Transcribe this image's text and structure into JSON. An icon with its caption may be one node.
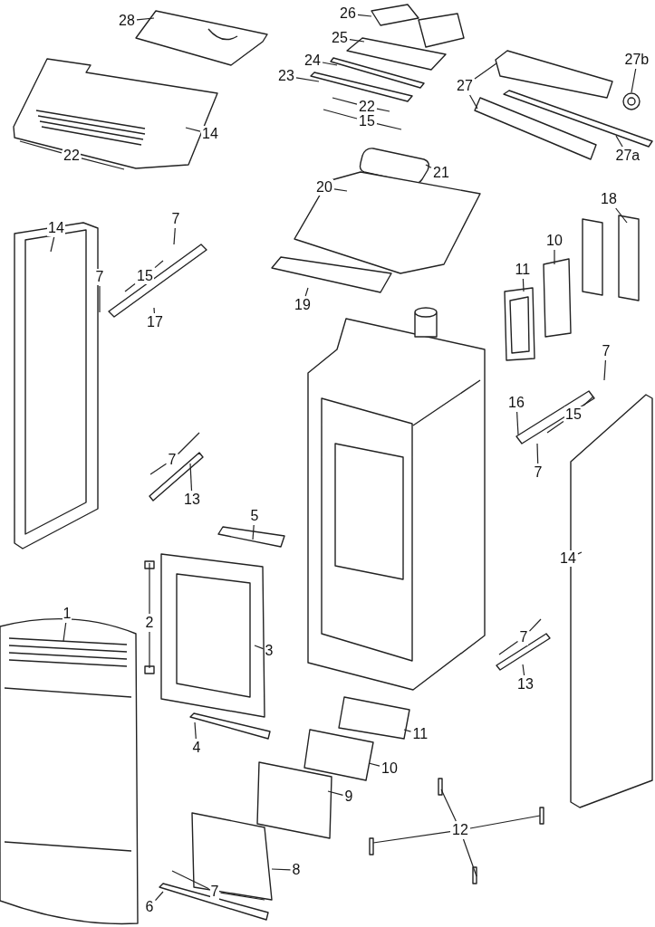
{
  "diagram": {
    "nodes": [
      {
        "text": [
          "28"
        ]
      },
      {
        "text": [
          "26"
        ]
      },
      {
        "text": [
          "25"
        ]
      },
      {
        "text": [
          "24"
        ]
      },
      {
        "text": [
          "23"
        ]
      },
      {
        "text": [
          "27"
        ]
      },
      {
        "text": [
          "27b"
        ]
      },
      {
        "text": [
          "22"
        ]
      },
      {
        "text": [
          "15"
        ]
      },
      {
        "text": [
          "14"
        ]
      },
      {
        "text": [
          "22"
        ]
      },
      {
        "text": [
          "27a"
        ]
      },
      {
        "text": [
          "21"
        ]
      },
      {
        "text": [
          "20"
        ]
      },
      {
        "text": [
          "14"
        ]
      },
      {
        "text": [
          "7"
        ]
      },
      {
        "text": [
          "18"
        ]
      },
      {
        "text": [
          "10"
        ]
      },
      {
        "text": [
          "11"
        ]
      },
      {
        "text": [
          "15"
        ]
      },
      {
        "text": [
          "7"
        ]
      },
      {
        "text": [
          "17"
        ]
      },
      {
        "text": [
          "19"
        ]
      },
      {
        "text": [
          "7"
        ]
      },
      {
        "text": [
          "16"
        ]
      },
      {
        "text": [
          "15"
        ]
      },
      {
        "text": [
          "7"
        ]
      },
      {
        "text": [
          "7"
        ]
      },
      {
        "text": [
          "13"
        ]
      },
      {
        "text": [
          "5"
        ]
      },
      {
        "text": [
          "14"
        ]
      },
      {
        "text": [
          "1"
        ]
      },
      {
        "text": [
          "2"
        ]
      },
      {
        "text": [
          "3"
        ]
      },
      {
        "text": [
          "7"
        ]
      },
      {
        "text": [
          "13"
        ]
      },
      {
        "text": [
          "4"
        ]
      },
      {
        "text": [
          "11"
        ]
      },
      {
        "text": [
          "10"
        ]
      },
      {
        "text": [
          "9"
        ]
      },
      {
        "text": [
          "12"
        ]
      },
      {
        "text": [
          "8"
        ]
      },
      {
        "text": [
          "7"
        ]
      },
      {
        "text": [
          "6"
        ]
      },
      {
        "text": [],
        "shape": "circle"
      }
    ],
    "edges": [
      {
        "from": 0,
        "to": null,
        "arrow": "none"
      },
      {
        "from": 1,
        "to": null,
        "arrow": "none"
      },
      {
        "from": 2,
        "to": null,
        "arrow": "none"
      },
      {
        "from": 3,
        "to": null,
        "arrow": "none"
      },
      {
        "from": 4,
        "to": null,
        "arrow": "none"
      },
      {
        "from": 5,
        "to": null,
        "arrow": "none"
      },
      {
        "from": 5,
        "to": null,
        "arrow": "none"
      },
      {
        "from": 6,
        "to": 44,
        "arrow": "none"
      },
      {
        "from": 7,
        "to": null,
        "arrow": "none"
      },
      {
        "from": 7,
        "to": null,
        "arrow": "none"
      },
      {
        "from": 8,
        "to": null,
        "arrow": "none"
      },
      {
        "from": 8,
        "to": null,
        "arrow": "none"
      },
      {
        "from": 9,
        "to": null,
        "arrow": "none"
      },
      {
        "from": 10,
        "to": null,
        "arrow": "none"
      },
      {
        "from": 10,
        "to": null,
        "arrow": "none"
      },
      {
        "from": 11,
        "to": null,
        "arrow": "none"
      },
      {
        "from": 12,
        "to": null,
        "arrow": "none"
      },
      {
        "from": 13,
        "to": null,
        "arrow": "none"
      },
      {
        "from": 14,
        "to": null,
        "arrow": "none"
      },
      {
        "from": 15,
        "to": null,
        "arrow": "none"
      },
      {
        "from": 16,
        "to": null,
        "arrow": "none"
      },
      {
        "from": 17,
        "to": null,
        "arrow": "none"
      },
      {
        "from": 18,
        "to": null,
        "arrow": "none"
      },
      {
        "from": 19,
        "to": null,
        "arrow": "none"
      },
      {
        "from": 19,
        "to": null,
        "arrow": "none"
      },
      {
        "from": 20,
        "to": null,
        "arrow": "none"
      },
      {
        "from": 21,
        "to": null,
        "arrow": "none"
      },
      {
        "from": 22,
        "to": null,
        "arrow": "none"
      },
      {
        "from": 23,
        "to": null,
        "arrow": "none"
      },
      {
        "from": 24,
        "to": null,
        "arrow": "none"
      },
      {
        "from": 25,
        "to": null,
        "arrow": "none"
      },
      {
        "from": 25,
        "to": null,
        "arrow": "none"
      },
      {
        "from": 26,
        "to": null,
        "arrow": "none"
      },
      {
        "from": 27,
        "to": null,
        "arrow": "none"
      },
      {
        "from": 27,
        "to": null,
        "arrow": "none"
      },
      {
        "from": 28,
        "to": null,
        "arrow": "none"
      },
      {
        "from": 29,
        "to": null,
        "arrow": "none"
      },
      {
        "from": 30,
        "to": null,
        "arrow": "none"
      },
      {
        "from": 31,
        "to": null,
        "arrow": "none"
      },
      {
        "from": 32,
        "to": null,
        "arrow": "none"
      },
      {
        "from": 32,
        "to": null,
        "arrow": "none"
      },
      {
        "from": 33,
        "to": null,
        "arrow": "none"
      },
      {
        "from": 34,
        "to": null,
        "arrow": "none"
      },
      {
        "from": 34,
        "to": null,
        "arrow": "none"
      },
      {
        "from": 35,
        "to": null,
        "arrow": "none"
      },
      {
        "from": 36,
        "to": null,
        "arrow": "none"
      },
      {
        "from": 37,
        "to": null,
        "arrow": "none"
      },
      {
        "from": 38,
        "to": null,
        "arrow": "none"
      },
      {
        "from": 39,
        "to": null,
        "arrow": "none"
      },
      {
        "from": 40,
        "to": null,
        "arrow": "none"
      },
      {
        "from": 40,
        "to": null,
        "arrow": "none"
      },
      {
        "from": 40,
        "to": null,
        "arrow": "none"
      },
      {
        "from": 40,
        "to": null,
        "arrow": "none"
      },
      {
        "from": 41,
        "to": null,
        "arrow": "none"
      },
      {
        "from": 42,
        "to": null,
        "arrow": "none"
      },
      {
        "from": 42,
        "to": null,
        "arrow": "none"
      },
      {
        "from": 43,
        "to": null,
        "arrow": "none"
      }
    ]
  }
}
